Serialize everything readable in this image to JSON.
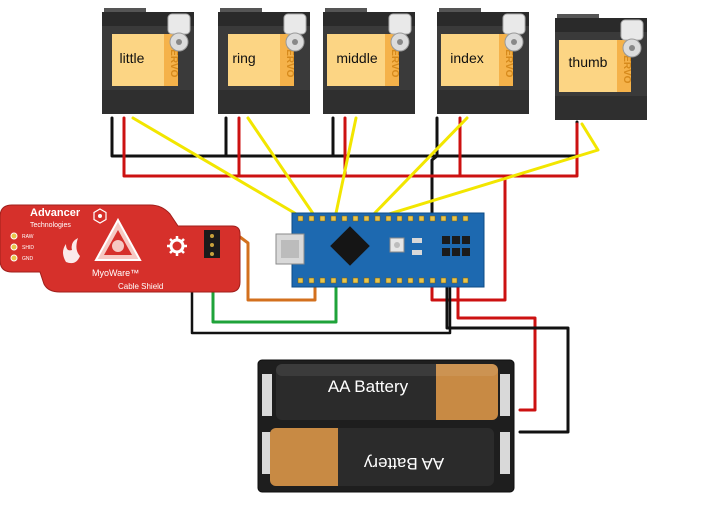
{
  "servos": [
    {
      "finger_label": "little",
      "brand": "SERVO"
    },
    {
      "finger_label": "ring",
      "brand": "SERVO"
    },
    {
      "finger_label": "middle",
      "brand": "SERVO"
    },
    {
      "finger_label": "index",
      "brand": "SERVO"
    },
    {
      "finger_label": "thumb",
      "brand": "SERVO"
    }
  ],
  "sensor_board": {
    "brand_name": "Advancer",
    "brand_sub": "Technologies",
    "product_name": "MyoWare™",
    "product_sub": "Cable Shield",
    "pins": [
      "RAW",
      "SHID",
      "GND"
    ],
    "color": "#d6302b"
  },
  "batteries": [
    {
      "label": "AA Battery"
    },
    {
      "label": "AA Battery"
    }
  ],
  "colors": {
    "signal_wire": "#f2e600",
    "power_wire": "#cc0000",
    "ground_wire": "#111111",
    "emg_signal_wire": "#d3701e",
    "emg_aux_wire": "#1fa33a",
    "arduino_board": "#1d69b0",
    "servo_label_bg": "#fcd584"
  }
}
